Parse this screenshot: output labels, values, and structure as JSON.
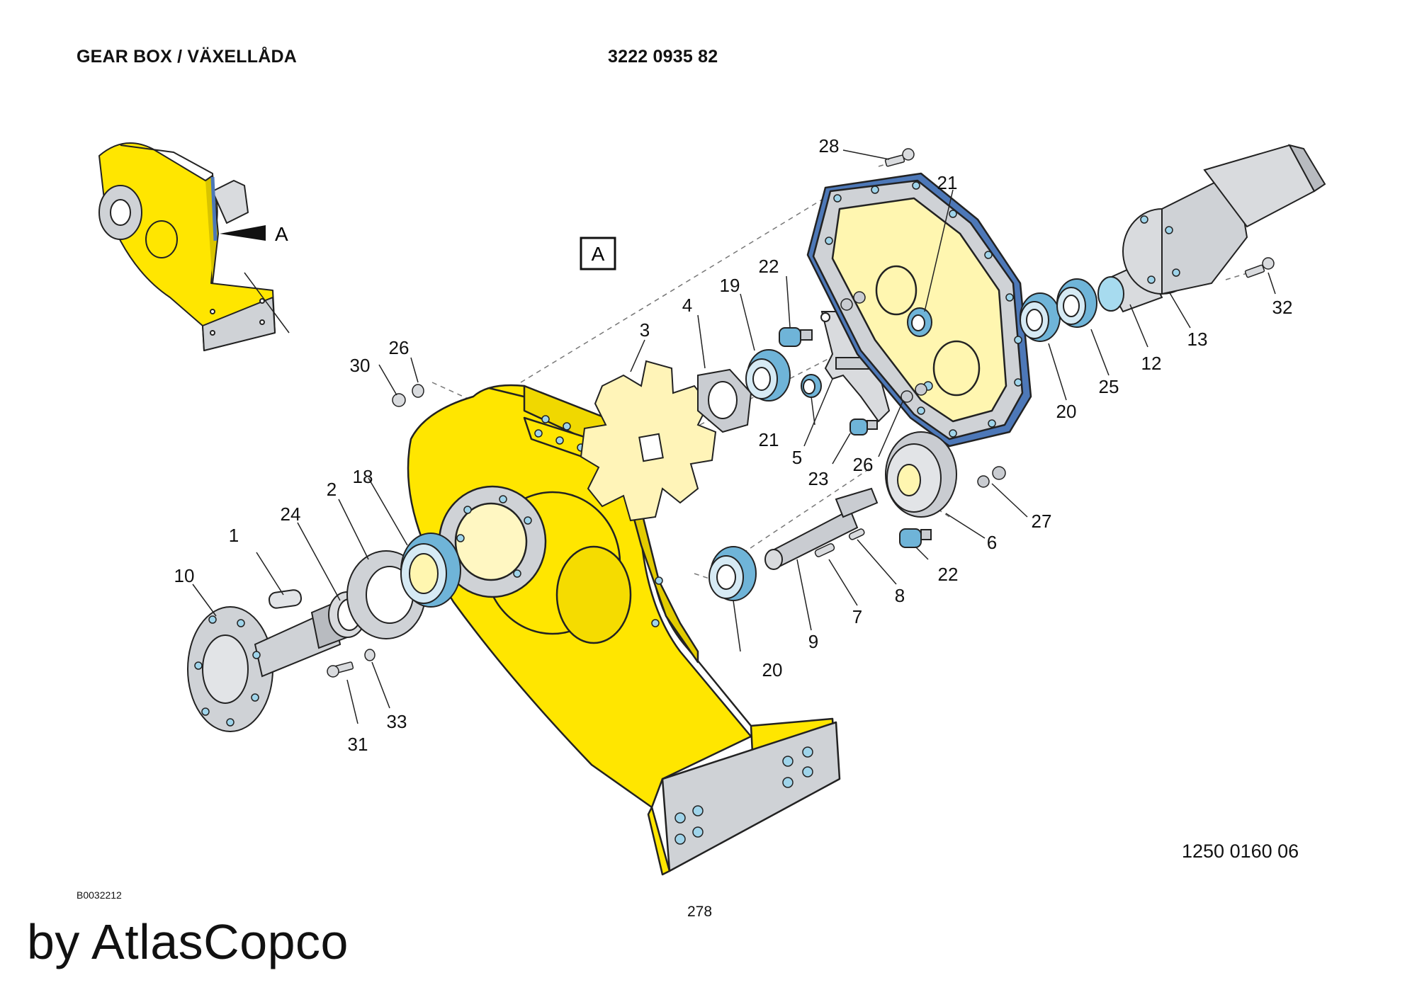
{
  "header": {
    "title": "GEAR BOX / VÄXELLÅDA",
    "part_number": "3222 0935 82"
  },
  "view": {
    "detail_marker": "A",
    "detail_box_label": "A"
  },
  "callouts": [
    {
      "id": "c1",
      "label": "1"
    },
    {
      "id": "c2",
      "label": "2"
    },
    {
      "id": "c3",
      "label": "3"
    },
    {
      "id": "c4",
      "label": "4"
    },
    {
      "id": "c5",
      "label": "5"
    },
    {
      "id": "c6",
      "label": "6"
    },
    {
      "id": "c7",
      "label": "7"
    },
    {
      "id": "c8",
      "label": "8"
    },
    {
      "id": "c9",
      "label": "9"
    },
    {
      "id": "c10",
      "label": "10"
    },
    {
      "id": "c12",
      "label": "12"
    },
    {
      "id": "c13",
      "label": "13"
    },
    {
      "id": "c18",
      "label": "18"
    },
    {
      "id": "c19",
      "label": "19"
    },
    {
      "id": "c20a",
      "label": "20"
    },
    {
      "id": "c20b",
      "label": "20"
    },
    {
      "id": "c21a",
      "label": "21"
    },
    {
      "id": "c21b",
      "label": "21"
    },
    {
      "id": "c22a",
      "label": "22"
    },
    {
      "id": "c22b",
      "label": "22"
    },
    {
      "id": "c23",
      "label": "23"
    },
    {
      "id": "c24",
      "label": "24"
    },
    {
      "id": "c25",
      "label": "25"
    },
    {
      "id": "c26a",
      "label": "26"
    },
    {
      "id": "c26b",
      "label": "26"
    },
    {
      "id": "c27",
      "label": "27"
    },
    {
      "id": "c28",
      "label": "28"
    },
    {
      "id": "c30",
      "label": "30"
    },
    {
      "id": "c31",
      "label": "31"
    },
    {
      "id": "c32",
      "label": "32"
    },
    {
      "id": "c33",
      "label": "33"
    }
  ],
  "footer": {
    "drawing_number": "1250 0160 06",
    "reference_code": "B0032212",
    "page_number": "278",
    "brand": "by AtlasCopco"
  },
  "colors": {
    "housing_yellow": "#ffe600",
    "cover_yellow": "#fff6b0",
    "bearing_blue": "#6fb4d8",
    "gasket_blue": "#4d78b8",
    "metal_grey": "#c9ccd1",
    "hole_blue": "#9fd4ea",
    "outline": "#222222"
  }
}
